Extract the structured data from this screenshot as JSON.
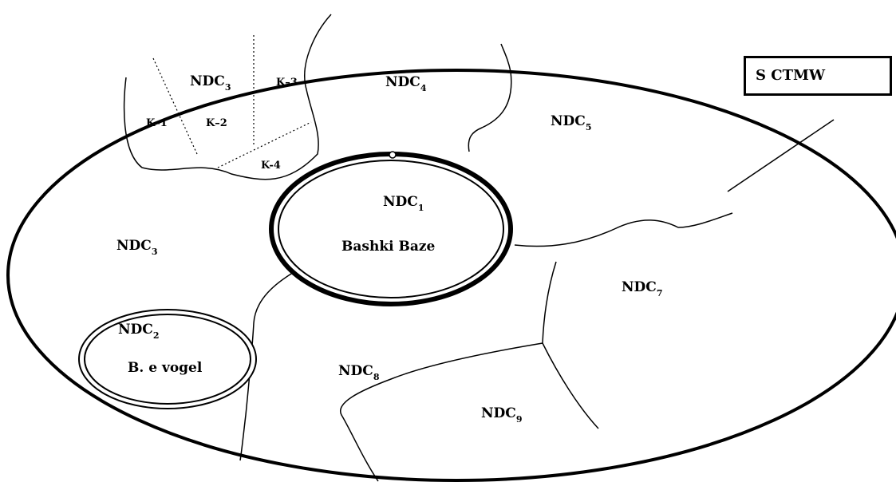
{
  "legend": {
    "label": "S CTMW"
  },
  "regions": {
    "ndc3_top": {
      "base": "NDC",
      "sub": "3"
    },
    "ndc4": {
      "base": "NDC",
      "sub": "4"
    },
    "ndc5": {
      "base": "NDC",
      "sub": "5"
    },
    "ndc1": {
      "base": "NDC",
      "sub": "1"
    },
    "ndc3_left": {
      "base": "NDC",
      "sub": "3"
    },
    "ndc2": {
      "base": "NDC",
      "sub": "2"
    },
    "ndc7": {
      "base": "NDC",
      "sub": "7"
    },
    "ndc8": {
      "base": "NDC",
      "sub": "8"
    },
    "ndc9": {
      "base": "NDC",
      "sub": "9"
    }
  },
  "subregions": {
    "k1": "K–1",
    "k2": "K–2",
    "k3": "K–3",
    "k4": "K-4"
  },
  "centers": {
    "main": "Bashki Baze",
    "small": "B. e vogel"
  }
}
